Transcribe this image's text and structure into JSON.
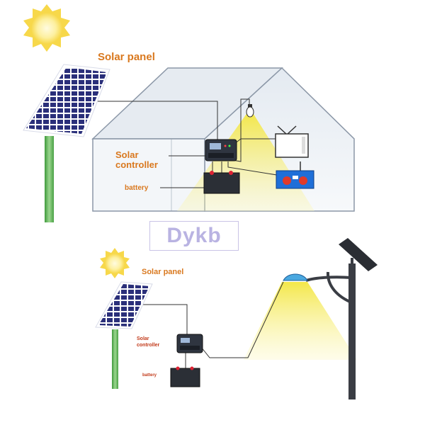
{
  "house_system": {
    "solar_panel_label": "Solar panel",
    "controller_label_line1": "Solar",
    "controller_label_line2": "controller",
    "battery_label": "battery"
  },
  "street_light_system": {
    "solar_panel_label": "Solar panel",
    "controller_label_line1": "Solar",
    "controller_label_line2": "controller",
    "battery_label": "battery"
  },
  "watermark": "Dykb",
  "colors": {
    "label_orange": "#d9781e",
    "label_red": "#c23a1a",
    "panel_blue": "#2a2f7a",
    "pole_green": "#5fb35a",
    "light_yellow": "#f6ec6a",
    "sun_yellow": "#fbe37a",
    "house_outline": "#8b97a7",
    "radio_blue": "#1f6fd8"
  },
  "icons": [
    "sun-icon",
    "solar-panel-icon",
    "light-bulb-icon",
    "tv-icon",
    "radio-icon",
    "street-lamp-icon"
  ]
}
